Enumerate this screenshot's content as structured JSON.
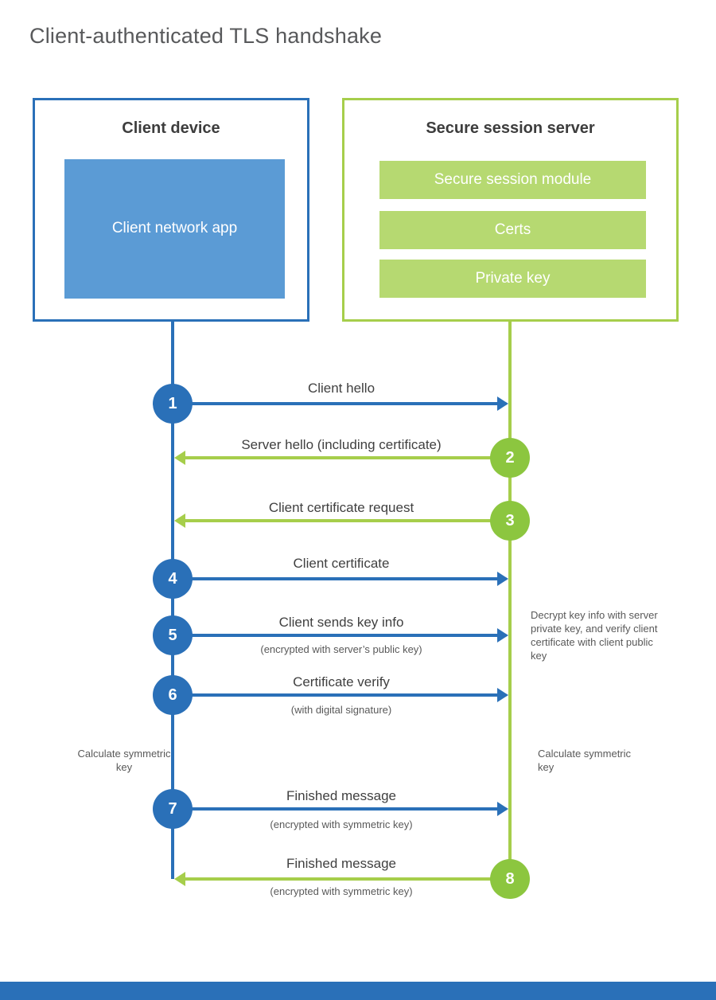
{
  "title": "Client-authenticated TLS handshake",
  "colors": {
    "blue": "#2a70b8",
    "blue_fill": "#5b9bd5",
    "green_line": "#a6ce4b",
    "green_fill": "#b6d971",
    "green_circle": "#8cc63f",
    "text_dark": "#3d3d3d",
    "text_muted": "#595959"
  },
  "client": {
    "title": "Client device",
    "app_label": "Client network app"
  },
  "server": {
    "title": "Secure session server",
    "modules": [
      "Secure session module",
      "Certs",
      "Private key"
    ]
  },
  "messages": [
    {
      "num": "1",
      "label": "Client hello",
      "direction": "right"
    },
    {
      "num": "2",
      "label": "Server hello (including certificate)",
      "direction": "left"
    },
    {
      "num": "3",
      "label": "Client certificate request",
      "direction": "left"
    },
    {
      "num": "4",
      "label": "Client certificate",
      "direction": "right"
    },
    {
      "num": "5",
      "label": "Client sends key info",
      "sub": "(encrypted with server’s public key)",
      "direction": "right"
    },
    {
      "num": "6",
      "label": "Certificate verify",
      "sub": "(with digital signature)",
      "direction": "right"
    },
    {
      "num": "7",
      "label": "Finished message",
      "sub": "(encrypted with symmetric key)",
      "direction": "right"
    },
    {
      "num": "8",
      "label": "Finished message",
      "sub": "(encrypted with symmetric key)",
      "direction": "left"
    }
  ],
  "notes": {
    "decrypt": "Decrypt key info with server private key, and verify client certificate with client public key",
    "calc_left": "Calculate symmetric key",
    "calc_right": "Calculate symmetric key"
  }
}
